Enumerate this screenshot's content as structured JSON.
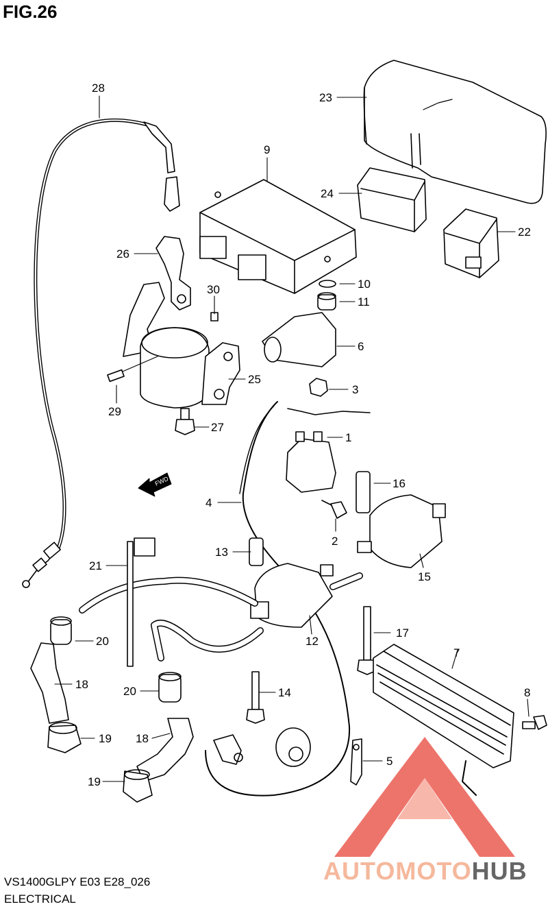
{
  "title": "FIG.26",
  "footer": {
    "model_code": "VS1400GLPY E03 E28_026",
    "section": "ELECTRICAL"
  },
  "watermark": {
    "text_a": "AUTOMOTO",
    "text_b": "HUB",
    "color_a": "#f5b89c",
    "color_b": "#666666",
    "triangle_color": "#e8463a"
  },
  "direction_arrow": "FWD",
  "callouts": [
    {
      "id": "c1",
      "label": "1"
    },
    {
      "id": "c2",
      "label": "2"
    },
    {
      "id": "c3",
      "label": "3"
    },
    {
      "id": "c4",
      "label": "4"
    },
    {
      "id": "c5",
      "label": "5"
    },
    {
      "id": "c6",
      "label": "6"
    },
    {
      "id": "c7",
      "label": "7"
    },
    {
      "id": "c8",
      "label": "8"
    },
    {
      "id": "c9",
      "label": "9"
    },
    {
      "id": "c10",
      "label": "10"
    },
    {
      "id": "c11",
      "label": "11"
    },
    {
      "id": "c12",
      "label": "12"
    },
    {
      "id": "c13",
      "label": "13"
    },
    {
      "id": "c14",
      "label": "14"
    },
    {
      "id": "c15",
      "label": "15"
    },
    {
      "id": "c16",
      "label": "16"
    },
    {
      "id": "c17",
      "label": "17"
    },
    {
      "id": "c18a",
      "label": "18"
    },
    {
      "id": "c18b",
      "label": "18"
    },
    {
      "id": "c19a",
      "label": "19"
    },
    {
      "id": "c19b",
      "label": "19"
    },
    {
      "id": "c20a",
      "label": "20"
    },
    {
      "id": "c20b",
      "label": "20"
    },
    {
      "id": "c21",
      "label": "21"
    },
    {
      "id": "c22",
      "label": "22"
    },
    {
      "id": "c23",
      "label": "23"
    },
    {
      "id": "c24",
      "label": "24"
    },
    {
      "id": "c25",
      "label": "25"
    },
    {
      "id": "c26",
      "label": "26"
    },
    {
      "id": "c27",
      "label": "27"
    },
    {
      "id": "c28",
      "label": "28"
    },
    {
      "id": "c29",
      "label": "29"
    },
    {
      "id": "c30",
      "label": "30"
    }
  ]
}
